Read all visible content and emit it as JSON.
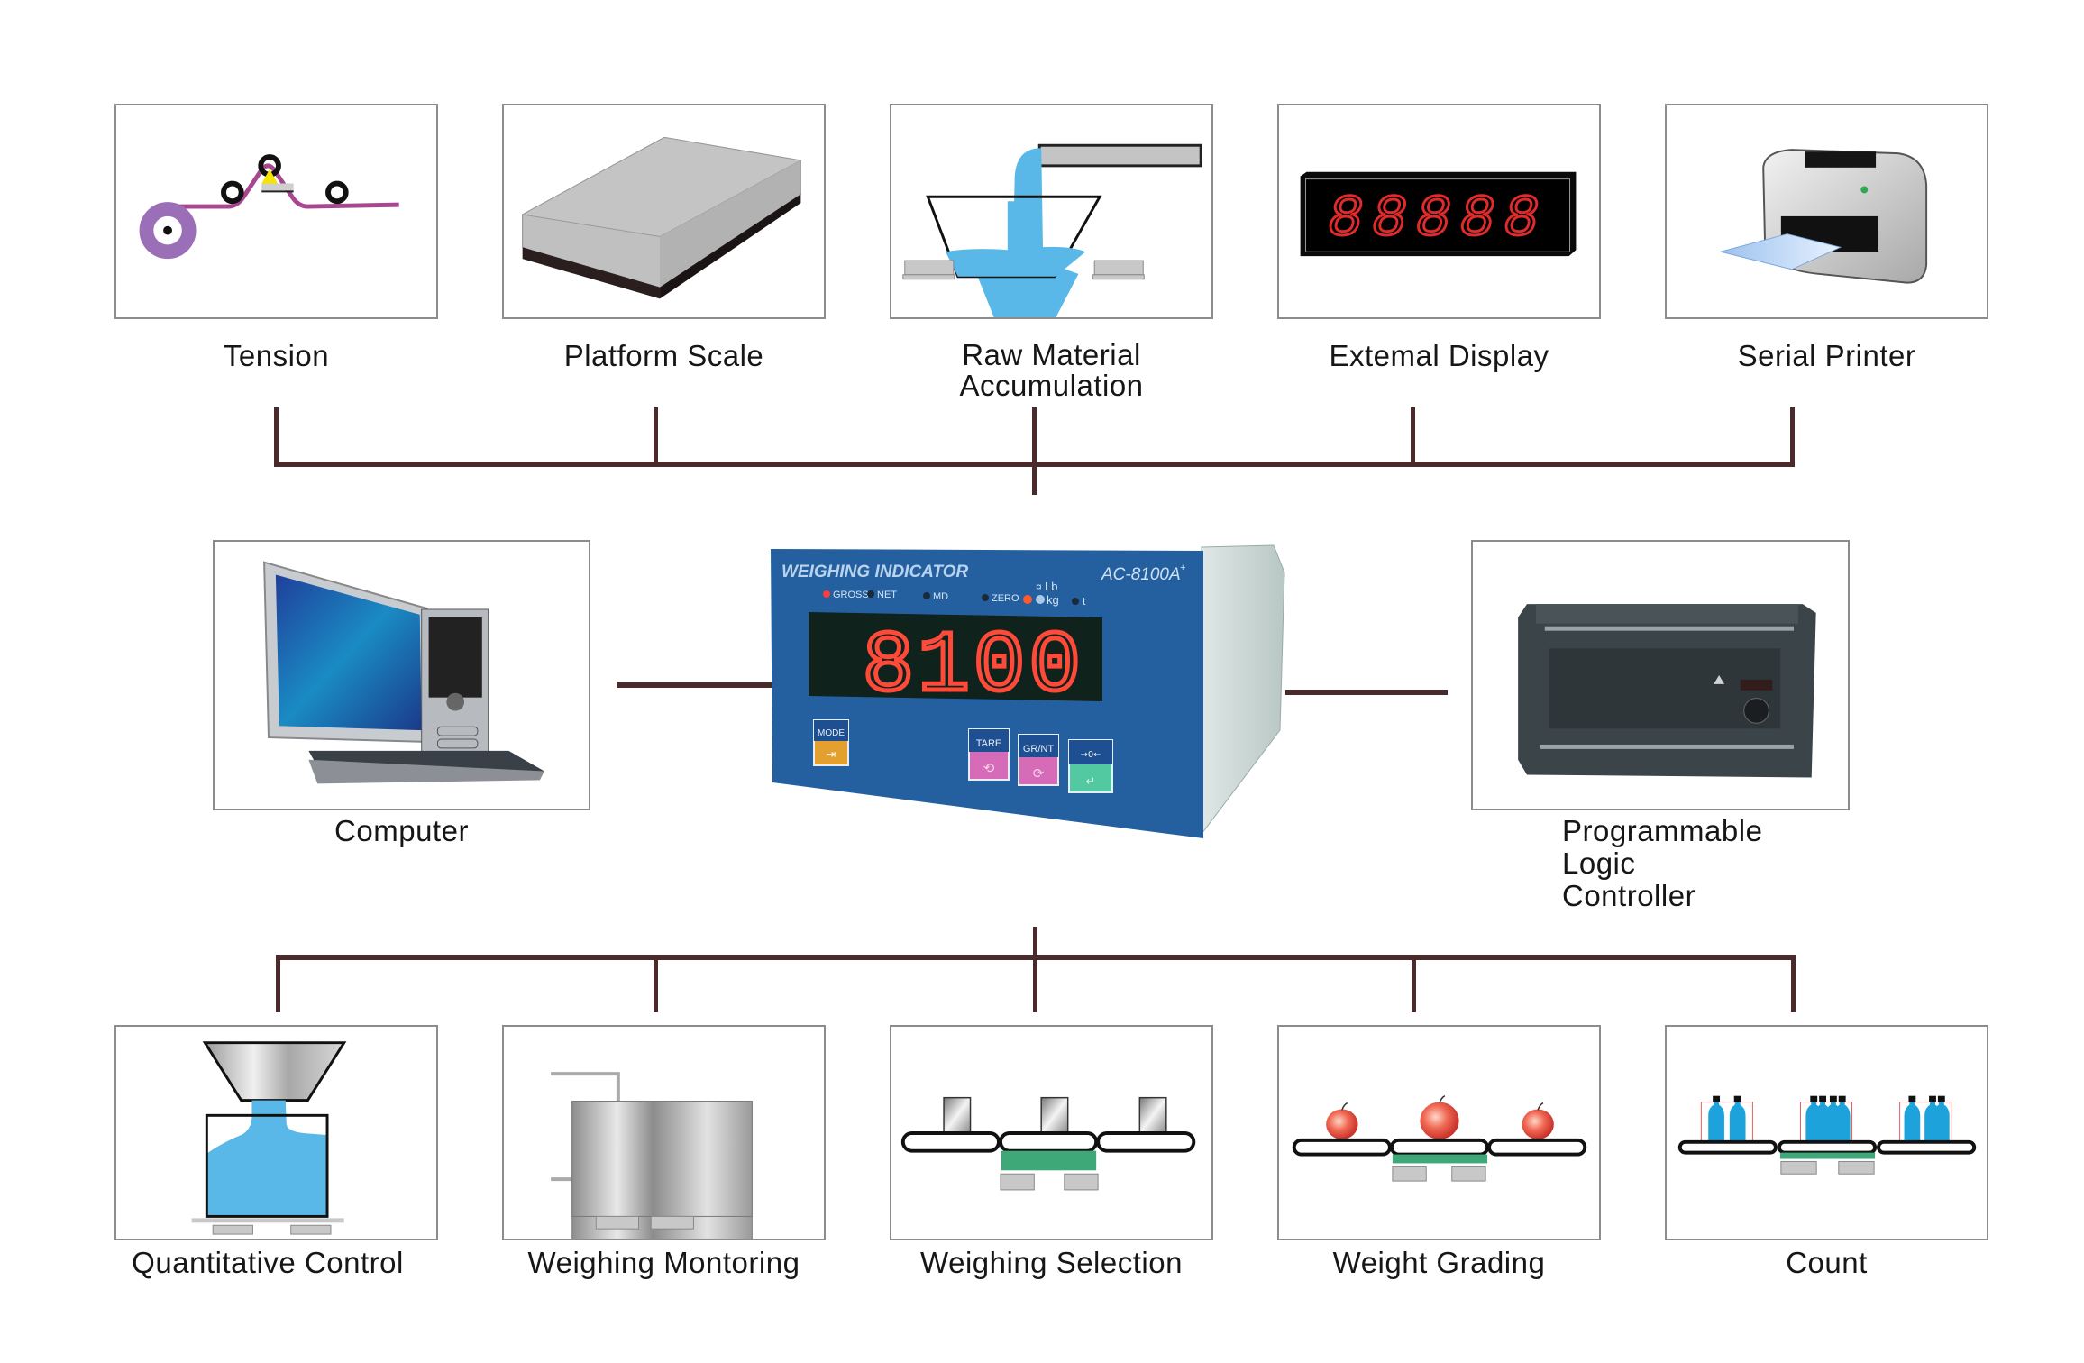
{
  "title": "Weighing Indicator Application Diagram",
  "connector_color": "#4a2a2b",
  "top_row": [
    {
      "label": "Tension",
      "icon": "tension-roller-icon"
    },
    {
      "label": "Platform Scale",
      "icon": "platform-scale-icon"
    },
    {
      "label_lines": [
        "Raw Material",
        "Accumulation"
      ],
      "icon": "raw-material-hopper-icon"
    },
    {
      "label": "Extemal Display",
      "icon": "external-display-icon",
      "display_value": "88888"
    },
    {
      "label": "Serial Printer",
      "icon": "printer-icon"
    }
  ],
  "middle_row": {
    "left": {
      "label": "Computer",
      "icon": "computer-icon"
    },
    "right": {
      "label_lines": [
        "Programmable",
        "Logic",
        "Controller"
      ],
      "icon": "plc-icon"
    },
    "center": {
      "icon": "weighing-indicator-icon",
      "brand_text": "WEIGHING  INDICATOR",
      "model": "AC-8100A",
      "model_suffix": "+",
      "reading": "8100",
      "status_indicators": [
        {
          "label": "GROSS",
          "state": "on",
          "color": "#ff3b3b"
        },
        {
          "label": "NET",
          "state": "off",
          "color": "#1a2a3a"
        },
        {
          "label": "MD",
          "state": "off",
          "color": "#1a2a3a"
        },
        {
          "label": "ZERO",
          "state": "off",
          "color": "#1a2a3a"
        },
        {
          "label": "t",
          "state": "off",
          "color": "#1a2a3a"
        }
      ],
      "unit_labels": {
        "lb": "Lb",
        "kg": "kg",
        "lb_symbol": "¤"
      },
      "keys": [
        {
          "top": "MODE",
          "bottom_icon": "enter-icon",
          "bottom_color": "#e3a02e"
        },
        {
          "top": "TARE",
          "bottom_icon": "tare-icon",
          "bottom_color": "#d66bb8"
        },
        {
          "top": "GR/NT",
          "bottom_icon": "gross-net-icon",
          "bottom_color": "#d66bb8"
        },
        {
          "top": "→0←",
          "bottom_icon": "return-icon",
          "bottom_color": "#52c9a0"
        }
      ]
    }
  },
  "bottom_row": [
    {
      "label": "Quantitative Control",
      "icon": "quantitative-control-icon"
    },
    {
      "label": "Weighing Montoring",
      "icon": "weighing-monitoring-tank-icon"
    },
    {
      "label": "Weighing Selection",
      "icon": "weighing-selection-conveyor-icon"
    },
    {
      "label": "Weight Grading",
      "icon": "weight-grading-apples-icon"
    },
    {
      "label": "Count",
      "icon": "count-bottles-icon"
    }
  ]
}
